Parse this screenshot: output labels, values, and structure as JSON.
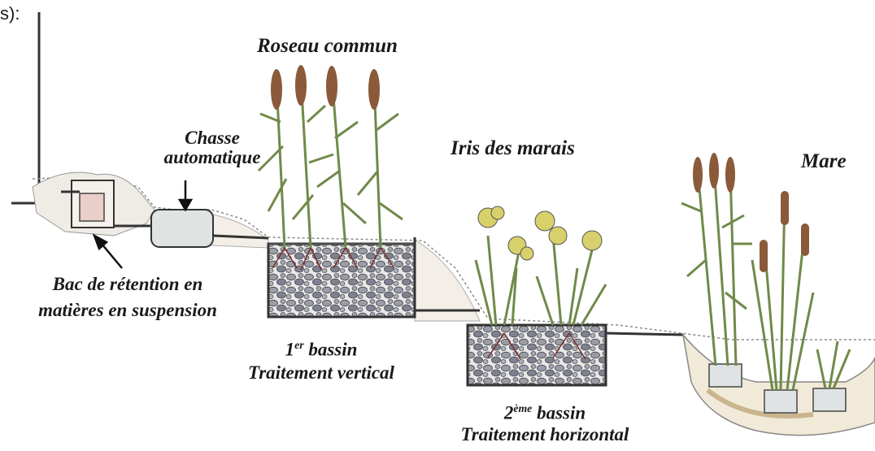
{
  "corner_text": "s):",
  "labels": {
    "reed": "Roseau commun",
    "iris": "Iris des marais",
    "pond": "Mare",
    "flush_line1": "Chasse",
    "flush_line2": "automatique",
    "tank_line1": "Bac de rétention en",
    "tank_line2": "matières en suspension",
    "basin1_num": "1",
    "basin1_sup": "er",
    "basin1_word": " bassin",
    "basin1_line2": "Traitement vertical",
    "basin2_num": "2",
    "basin2_sup": "ème",
    "basin2_word": " bassin",
    "basin2_line2": "Traitement horizontal"
  },
  "colors": {
    "ink": "#1a1a1a",
    "gravel": "#8d8f9c",
    "plant_green": "#6f8a4a",
    "reed_brown": "#8a5a3a",
    "iris_yellow": "#d8d06a",
    "pipe": "#333333",
    "soil": "#d9cfc0",
    "pond_bottom": "#e9dcc2",
    "roots": "#7a2d2d"
  },
  "icons": [
    "arrow-icon",
    "reed-plant-icon",
    "iris-plant-icon",
    "cattail-plant-icon"
  ]
}
